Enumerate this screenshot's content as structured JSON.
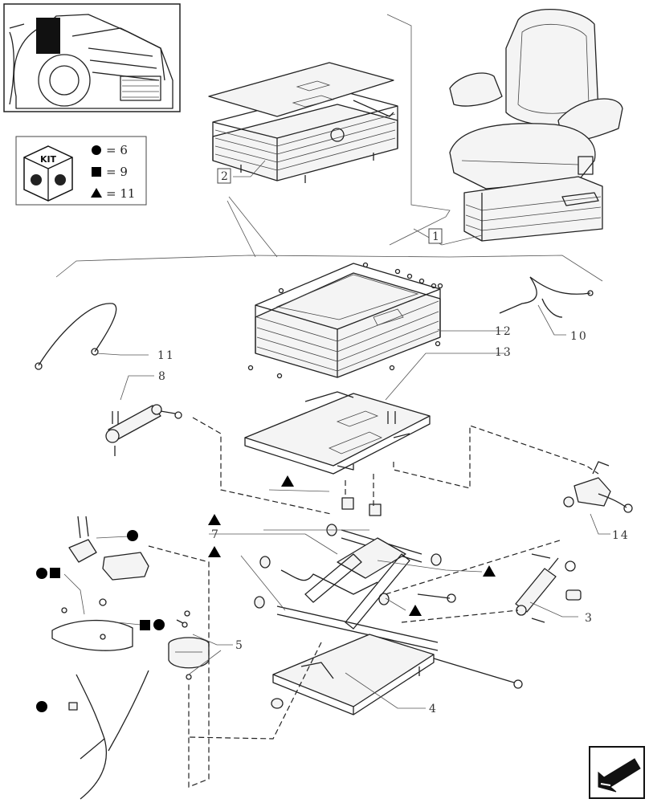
{
  "kit_legend": {
    "kit_label": "KIT",
    "circle_label": "= 6",
    "square_label": "= 9",
    "triangle_label": "= 11"
  },
  "callouts": [
    "1",
    "2",
    "3",
    "4",
    "5",
    "7",
    "8",
    "10",
    "11",
    "12",
    "13",
    "14"
  ],
  "colors": {
    "line": "#222222",
    "background": "#ffffff",
    "symbol": "#000000"
  },
  "icons": [
    "tractor-thumbnail",
    "kit-logo",
    "navigation-arrow-icon"
  ]
}
